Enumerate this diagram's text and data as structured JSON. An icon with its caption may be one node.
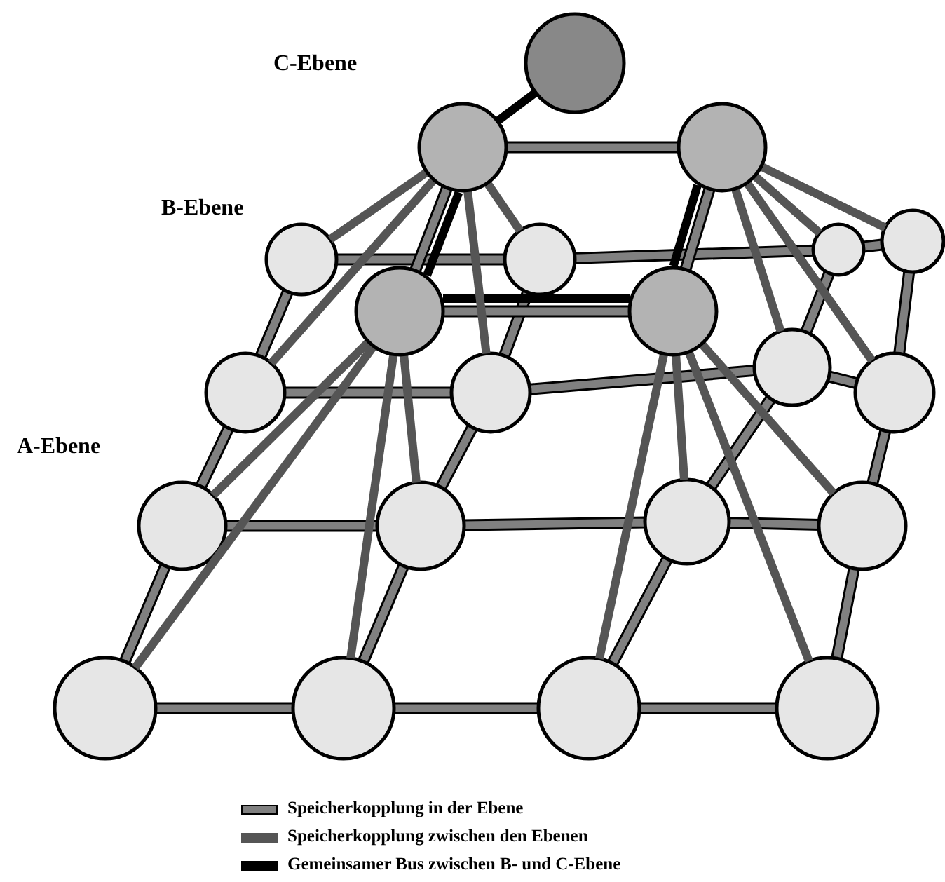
{
  "diagram": {
    "nodes": [
      {
        "text": [],
        "shape": "circle"
      },
      {
        "text": [],
        "shape": "circle"
      },
      {
        "text": [],
        "shape": "circle"
      },
      {
        "text": [],
        "shape": "circle"
      },
      {
        "text": [],
        "shape": "circle"
      },
      {
        "text": [],
        "shape": "circle"
      },
      {
        "text": [],
        "shape": "circle"
      },
      {
        "text": [],
        "shape": "circle"
      },
      {
        "text": [],
        "shape": "circle"
      },
      {
        "text": [],
        "shape": "circle"
      },
      {
        "text": [],
        "shape": "circle"
      },
      {
        "text": [],
        "shape": "circle"
      },
      {
        "text": [],
        "shape": "circle"
      },
      {
        "text": [],
        "shape": "circle"
      },
      {
        "text": [],
        "shape": "circle"
      },
      {
        "text": [],
        "shape": "circle"
      },
      {
        "text": [],
        "shape": "circle"
      },
      {
        "text": [],
        "shape": "circle"
      },
      {
        "text": [],
        "shape": "circle"
      },
      {
        "text": [],
        "shape": "circle"
      },
      {
        "text": [],
        "shape": "circle"
      }
    ],
    "edges": [
      {
        "from": 0,
        "to": 1,
        "arrow": "none",
        "color": "#000000"
      },
      {
        "from": 1,
        "to": 3,
        "arrow": "none",
        "color": "#000000"
      },
      {
        "from": 3,
        "to": 4,
        "arrow": "none",
        "color": "#000000"
      },
      {
        "from": 4,
        "to": 2,
        "arrow": "none",
        "color": "#000000"
      },
      {
        "from": 1,
        "to": 2,
        "arrow": "none"
      },
      {
        "from": 3,
        "to": 4,
        "arrow": "none"
      },
      {
        "from": 1,
        "to": 3,
        "arrow": "none"
      },
      {
        "from": 2,
        "to": 4,
        "arrow": "none"
      },
      {
        "from": 1,
        "to": 5,
        "arrow": "none",
        "color": "#555555"
      },
      {
        "from": 1,
        "to": 6,
        "arrow": "none",
        "color": "#555555"
      },
      {
        "from": 1,
        "to": 9,
        "arrow": "none",
        "color": "#555555"
      },
      {
        "from": 1,
        "to": 10,
        "arrow": "none",
        "color": "#555555"
      },
      {
        "from": 2,
        "to": 7,
        "arrow": "none",
        "color": "#555555"
      },
      {
        "from": 2,
        "to": 8,
        "arrow": "none",
        "color": "#555555"
      },
      {
        "from": 2,
        "to": 11,
        "arrow": "none",
        "color": "#555555"
      },
      {
        "from": 2,
        "to": 12,
        "arrow": "none",
        "color": "#555555"
      },
      {
        "from": 3,
        "to": 13,
        "arrow": "none",
        "color": "#555555"
      },
      {
        "from": 3,
        "to": 14,
        "arrow": "none",
        "color": "#555555"
      },
      {
        "from": 3,
        "to": 17,
        "arrow": "none",
        "color": "#555555"
      },
      {
        "from": 3,
        "to": 18,
        "arrow": "none",
        "color": "#555555"
      },
      {
        "from": 4,
        "to": 15,
        "arrow": "none",
        "color": "#555555"
      },
      {
        "from": 4,
        "to": 16,
        "arrow": "none",
        "color": "#555555"
      },
      {
        "from": 4,
        "to": 19,
        "arrow": "none",
        "color": "#555555"
      },
      {
        "from": 4,
        "to": 20,
        "arrow": "none",
        "color": "#555555"
      },
      {
        "from": 5,
        "to": 6,
        "arrow": "none"
      },
      {
        "from": 6,
        "to": 7,
        "arrow": "none"
      },
      {
        "from": 7,
        "to": 8,
        "arrow": "none"
      },
      {
        "from": 9,
        "to": 10,
        "arrow": "none"
      },
      {
        "from": 10,
        "to": 11,
        "arrow": "none"
      },
      {
        "from": 11,
        "to": 12,
        "arrow": "none"
      },
      {
        "from": 13,
        "to": 14,
        "arrow": "none"
      },
      {
        "from": 14,
        "to": 15,
        "arrow": "none"
      },
      {
        "from": 15,
        "to": 16,
        "arrow": "none"
      },
      {
        "from": 17,
        "to": 18,
        "arrow": "none"
      },
      {
        "from": 18,
        "to": 19,
        "arrow": "none"
      },
      {
        "from": 19,
        "to": 20,
        "arrow": "none"
      },
      {
        "from": 5,
        "to": 9,
        "arrow": "none"
      },
      {
        "from": 9,
        "to": 13,
        "arrow": "none"
      },
      {
        "from": 13,
        "to": 17,
        "arrow": "none"
      },
      {
        "from": 6,
        "to": 10,
        "arrow": "none"
      },
      {
        "from": 10,
        "to": 14,
        "arrow": "none"
      },
      {
        "from": 14,
        "to": 18,
        "arrow": "none"
      },
      {
        "from": 7,
        "to": 11,
        "arrow": "none"
      },
      {
        "from": 11,
        "to": 15,
        "arrow": "none"
      },
      {
        "from": 15,
        "to": 19,
        "arrow": "none"
      },
      {
        "from": 8,
        "to": 12,
        "arrow": "none"
      },
      {
        "from": 12,
        "to": 16,
        "arrow": "none"
      },
      {
        "from": 16,
        "to": 20,
        "arrow": "none"
      }
    ],
    "labels": [
      "C-Ebene",
      "B-Ebene",
      "A-Ebene"
    ],
    "legend": [
      {
        "text": "Speicherkopplung in der Ebene",
        "color": "#808080"
      },
      {
        "text": "Speicherkopplung zwischen den Ebenen",
        "color": "#555555"
      },
      {
        "text": "Gemeinsamer Bus zwischen B- und C-Ebene",
        "color": "#000000"
      }
    ]
  }
}
